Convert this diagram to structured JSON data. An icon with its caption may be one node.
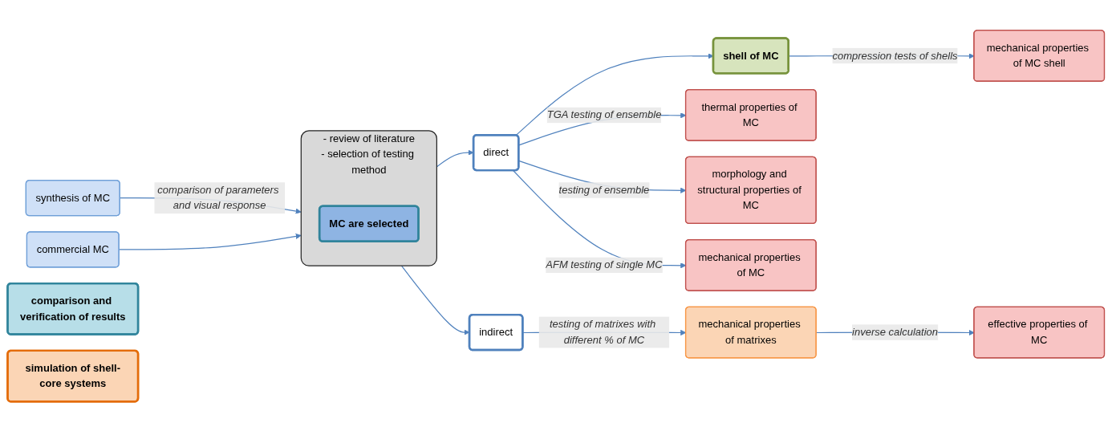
{
  "diagram": {
    "nodes": [
      {
        "text": [
          "synthesis of MC"
        ]
      },
      {
        "text": [
          "commercial MC"
        ]
      },
      {
        "text": [
          "- review of literature",
          "- selection of testing method"
        ]
      },
      {
        "text": [
          "MC are selected"
        ],
        "in": 2
      },
      {
        "text": [
          "shell of MC"
        ]
      },
      {
        "text": [
          "direct"
        ]
      },
      {
        "text": [
          "indirect"
        ]
      },
      {
        "text": [
          "mechanical properties of matrixes"
        ]
      },
      {
        "text": [
          "mechanical properties of MC shell"
        ]
      },
      {
        "text": [
          "thermal properties of MC"
        ]
      },
      {
        "text": [
          "morphology and structural properties of MC"
        ]
      },
      {
        "text": [
          "mechanical properties of MC"
        ]
      },
      {
        "text": [
          "effective properties of MC"
        ]
      },
      {
        "text": [
          "comparison and verification of results"
        ]
      },
      {
        "text": [
          "simulation of shell-core systems"
        ]
      }
    ],
    "edges": [
      {
        "from": 0,
        "to": 2,
        "arrow": "to",
        "label": "comparison of parameters and visual response"
      },
      {
        "from": 1,
        "to": 2,
        "arrow": "to"
      },
      {
        "from": 2,
        "to": 5,
        "arrow": "to"
      },
      {
        "from": 5,
        "to": 4,
        "arrow": "to"
      },
      {
        "from": 4,
        "to": 8,
        "arrow": "to",
        "label": "compression tests of shells"
      },
      {
        "from": 5,
        "to": 9,
        "arrow": "to",
        "label": "TGA testing of ensemble"
      },
      {
        "from": 5,
        "to": 10,
        "arrow": "to",
        "label": "testing of ensemble"
      },
      {
        "from": 5,
        "to": 11,
        "arrow": "to",
        "label": "AFM testing of single MC"
      },
      {
        "from": 2,
        "to": 6,
        "arrow": "to"
      },
      {
        "from": 6,
        "to": 7,
        "arrow": "to",
        "label": "testing of matrixes with different % of MC"
      },
      {
        "from": 7,
        "to": 12,
        "arrow": "to",
        "label": "inverse calculation"
      }
    ]
  }
}
